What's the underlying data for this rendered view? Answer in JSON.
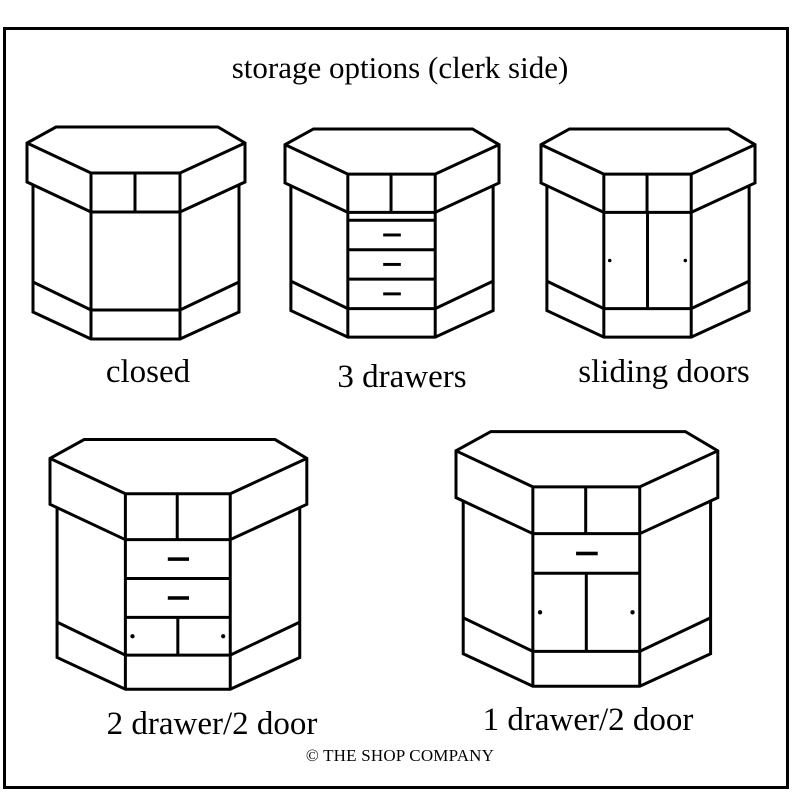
{
  "title": "storage options (clerk side)",
  "options": [
    {
      "id": "closed",
      "label": "closed",
      "drawers": 0,
      "doors": 0
    },
    {
      "id": "3-drawers",
      "label": "3 drawers",
      "drawers": 3,
      "doors": 0
    },
    {
      "id": "sliding-doors",
      "label": "sliding doors",
      "drawers": 0,
      "doors": 2
    },
    {
      "id": "2-drawer-2-door",
      "label": "2 drawer/2 door",
      "drawers": 2,
      "doors": 2
    },
    {
      "id": "1-drawer-2-door",
      "label": "1 drawer/2 door",
      "drawers": 1,
      "doors": 2
    }
  ],
  "copyright": "© THE SHOP COMPANY"
}
